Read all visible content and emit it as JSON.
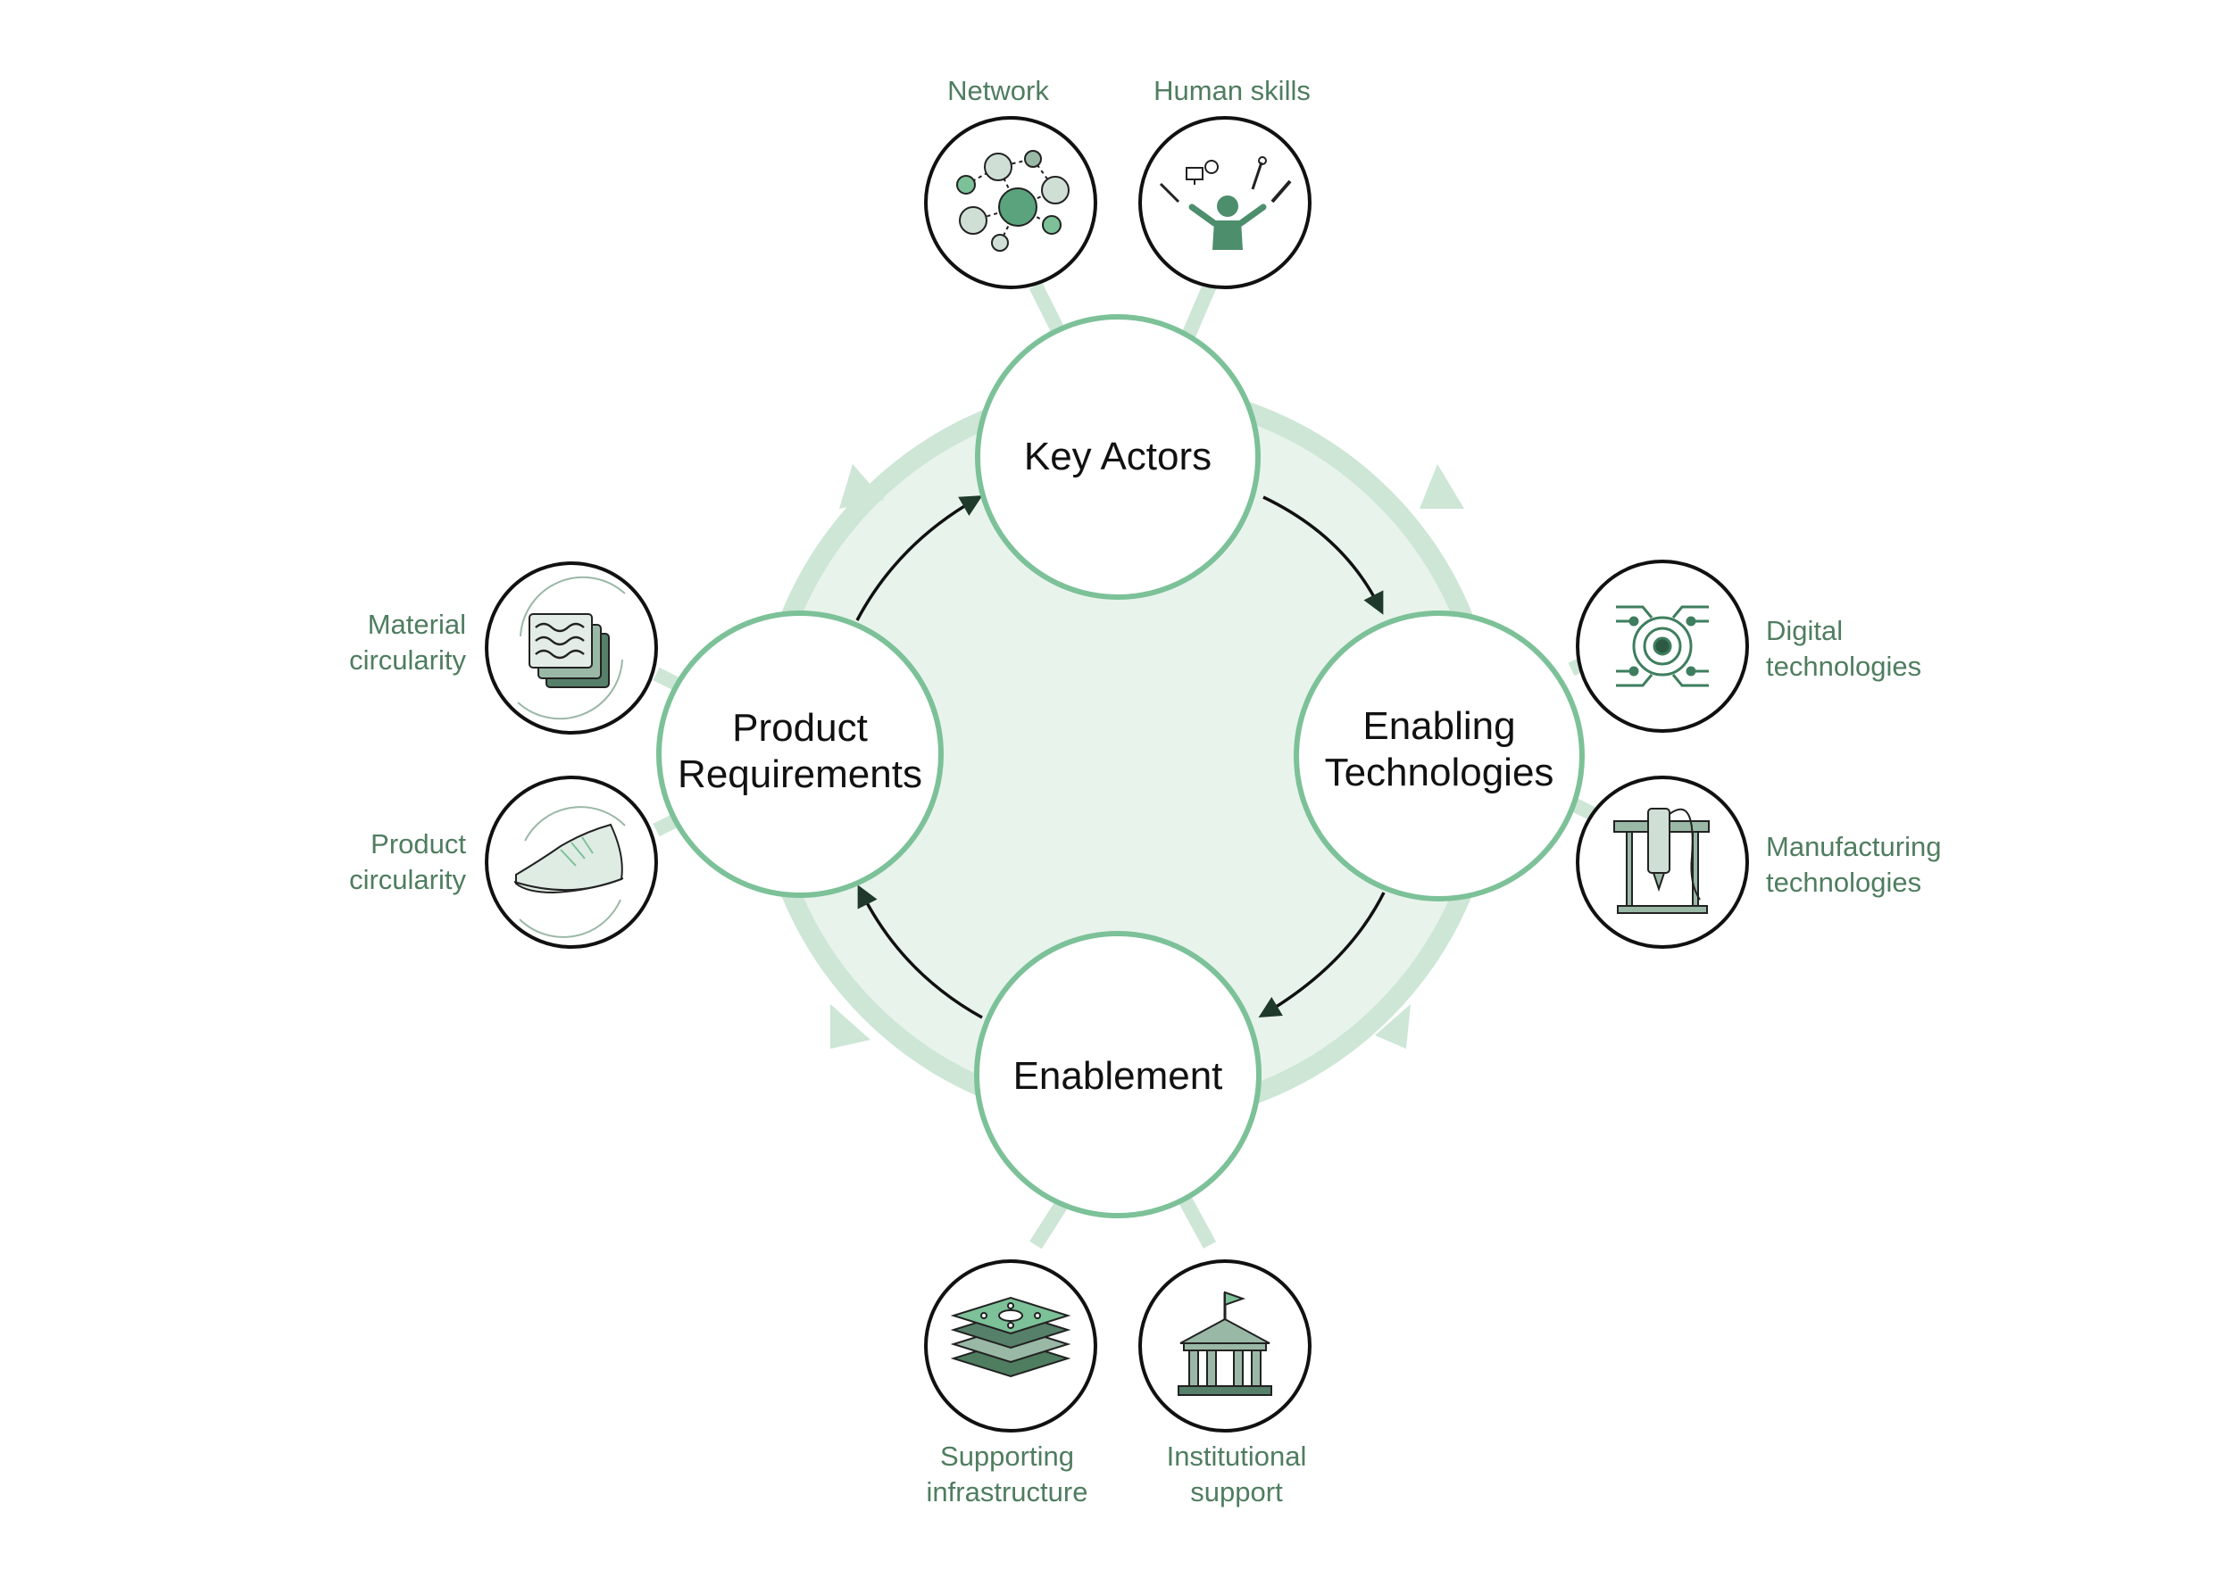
{
  "colors": {
    "accent": "#7cc198",
    "ring_fill": "#e8f3ec",
    "ring_stroke": "#cde6d6",
    "label_green": "#4f7d5f",
    "icon_dark": "#56806a",
    "icon_mid": "#9ab8a6",
    "icon_light": "#cfdfd5",
    "connector": "#cde6d6"
  },
  "nodes": {
    "key_actors": [
      "Key Actors"
    ],
    "enabling_technologies": [
      "Enabling",
      "Technologies"
    ],
    "enablement": [
      "Enablement"
    ],
    "product_requirements": [
      "Product",
      "Requirements"
    ]
  },
  "icons": {
    "network": {
      "label": [
        "Network"
      ],
      "icon": "network-icon"
    },
    "human_skills": {
      "label": [
        "Human skills"
      ],
      "icon": "person-with-tools-icon"
    },
    "digital_technologies": {
      "label": [
        "Digital",
        "technologies"
      ],
      "icon": "circuit-icon"
    },
    "manufacturing_technologies": {
      "label": [
        "Manufacturing",
        "technologies"
      ],
      "icon": "drill-press-icon"
    },
    "supporting_infrastructure": {
      "label": [
        "Supporting",
        "infrastructure"
      ],
      "icon": "layers-icon"
    },
    "institutional_support": {
      "label": [
        "Institutional",
        "support"
      ],
      "icon": "institution-building-icon"
    },
    "material_circularity": {
      "label": [
        "Material",
        "circularity"
      ],
      "icon": "material-stack-icon"
    },
    "product_circularity": {
      "label": [
        "Product",
        "circularity"
      ],
      "icon": "sneaker-icon"
    }
  }
}
